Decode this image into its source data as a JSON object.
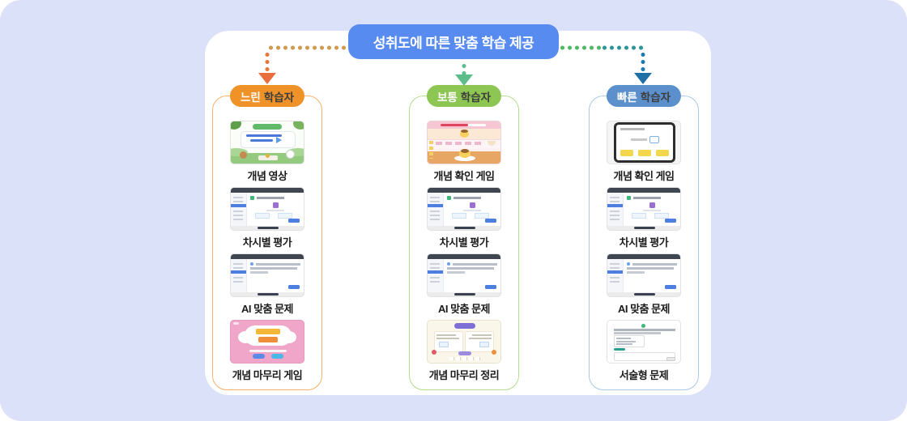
{
  "canvas": {
    "background": "#dbe1f8",
    "panel_background": "#ffffff"
  },
  "title": {
    "label": "성취도에 따른 맞춤 학습 제공",
    "background": "#578bf0",
    "text_color": "#ffffff"
  },
  "connectors": [
    {
      "name": "to-slow-learner",
      "style": "dotted-arrow",
      "colors": [
        "#d29a4d",
        "#e86e3e"
      ]
    },
    {
      "name": "to-average-learner",
      "style": "dotted-arrow",
      "colors": [
        "#5cbd8a"
      ]
    },
    {
      "name": "to-fast-learner",
      "style": "dotted-arrow",
      "colors": [
        "#4fb966",
        "#2d9598",
        "#1d6fa6"
      ]
    }
  ],
  "columns": [
    {
      "badge": {
        "highlight": "느린",
        "rest": "학습자"
      },
      "accent": "#ef9227",
      "border_color": "#f6b26b",
      "items": [
        {
          "label": "개념 영상",
          "thumb": "concept-video"
        },
        {
          "label": "차시별 평가",
          "thumb": "lesson-assessment"
        },
        {
          "label": "AI 맞춤 문제",
          "thumb": "ai-problems"
        },
        {
          "label": "개념 마무리 게임",
          "thumb": "wrapup-game"
        }
      ]
    },
    {
      "badge": {
        "highlight": "보통",
        "rest": "학습자"
      },
      "accent": "#8dc653",
      "border_color": "#b5dc8e",
      "items": [
        {
          "label": "개념 확인 게임",
          "thumb": "pudding-check-game"
        },
        {
          "label": "차시별 평가",
          "thumb": "lesson-assessment"
        },
        {
          "label": "AI 맞춤 문제",
          "thumb": "ai-problems"
        },
        {
          "label": "개념 마무리 정리",
          "thumb": "wrapup-summary"
        }
      ]
    },
    {
      "badge": {
        "highlight": "빠른",
        "rest": "학습자"
      },
      "accent": "#5b90cc",
      "border_color": "#a9c8ea",
      "items": [
        {
          "label": "개념 확인 게임",
          "thumb": "tablet-check-game"
        },
        {
          "label": "차시별 평가",
          "thumb": "lesson-assessment"
        },
        {
          "label": "AI 맞춤 문제",
          "thumb": "ai-problems"
        },
        {
          "label": "서술형 문제",
          "thumb": "essay-problems"
        }
      ]
    }
  ]
}
